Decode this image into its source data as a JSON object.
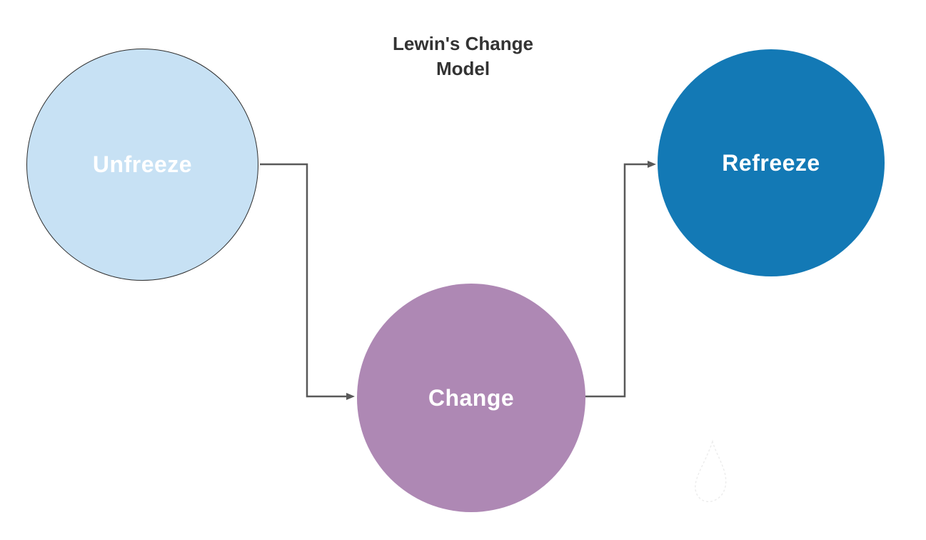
{
  "diagram": {
    "title": "Lewin's Change Model",
    "title_color": "#333333",
    "arrow_color": "#595959",
    "nodes": [
      {
        "id": "unfreeze",
        "label": "Unfreeze",
        "fill": "#c7e1f4",
        "text_color": "#ffffff",
        "border_color": "#2d2d2d"
      },
      {
        "id": "change",
        "label": "Change",
        "fill": "#ae88b4",
        "text_color": "#ffffff"
      },
      {
        "id": "refreeze",
        "label": "Refreeze",
        "fill": "#1379b5",
        "text_color": "#ffffff"
      }
    ],
    "connectors": [
      {
        "from": "unfreeze",
        "to": "change"
      },
      {
        "from": "change",
        "to": "refreeze"
      }
    ]
  }
}
